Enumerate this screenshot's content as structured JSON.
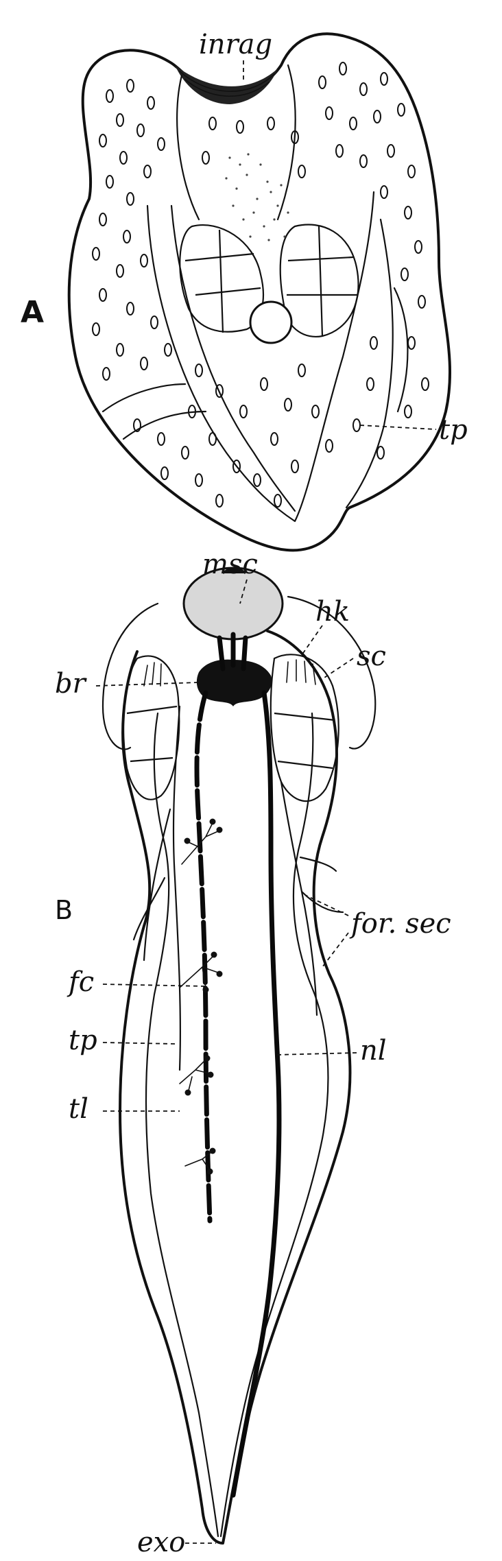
{
  "panels": {
    "a": "A",
    "b": "B"
  },
  "labels": {
    "inrag": "inrag",
    "tp_a": "tp",
    "msc": "msc",
    "hk": "hk",
    "sc": "sc",
    "br": "br",
    "for_sec": "for. sec",
    "fc": "fc",
    "tp_b": "tp",
    "tl": "tl",
    "nl": "nl",
    "exo": "exo"
  }
}
